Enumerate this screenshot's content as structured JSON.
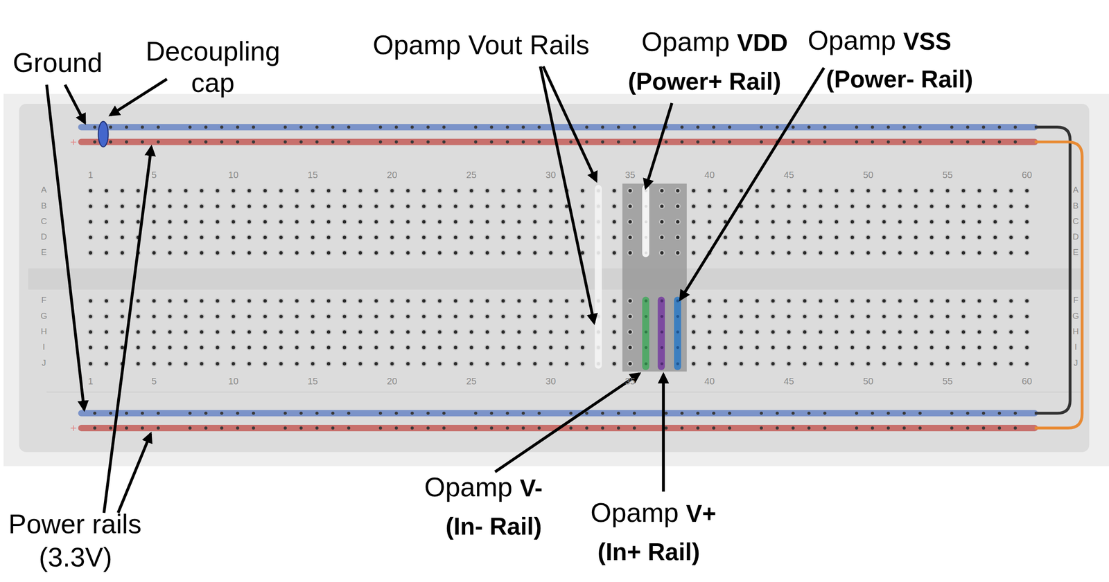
{
  "diagram": {
    "labels": [
      "Ground",
      "Decoupling cap",
      "Power rails",
      "(3.3V)",
      "Opamp Vout Rails",
      "Opamp",
      "VDD",
      "(Power+ Rail)",
      "Opamp",
      "VSS",
      "(Power- Rail)",
      "Opamp",
      "V-",
      "(In- Rail)",
      "Opamp",
      "V+",
      "(In+ Rail)",
      "+",
      "+",
      "1",
      "5",
      "10",
      "15",
      "20",
      "25",
      "30",
      "35",
      "40",
      "45",
      "50",
      "55",
      "60",
      "1",
      "5",
      "10",
      "15",
      "20",
      "25",
      "30",
      "35",
      "40",
      "45",
      "50",
      "55",
      "60",
      "A",
      "B",
      "C",
      "D",
      "E",
      "F",
      "G",
      "H",
      "I",
      "J",
      "A",
      "B",
      "C",
      "D",
      "E",
      "F",
      "G",
      "H",
      "I",
      "J"
    ]
  }
}
